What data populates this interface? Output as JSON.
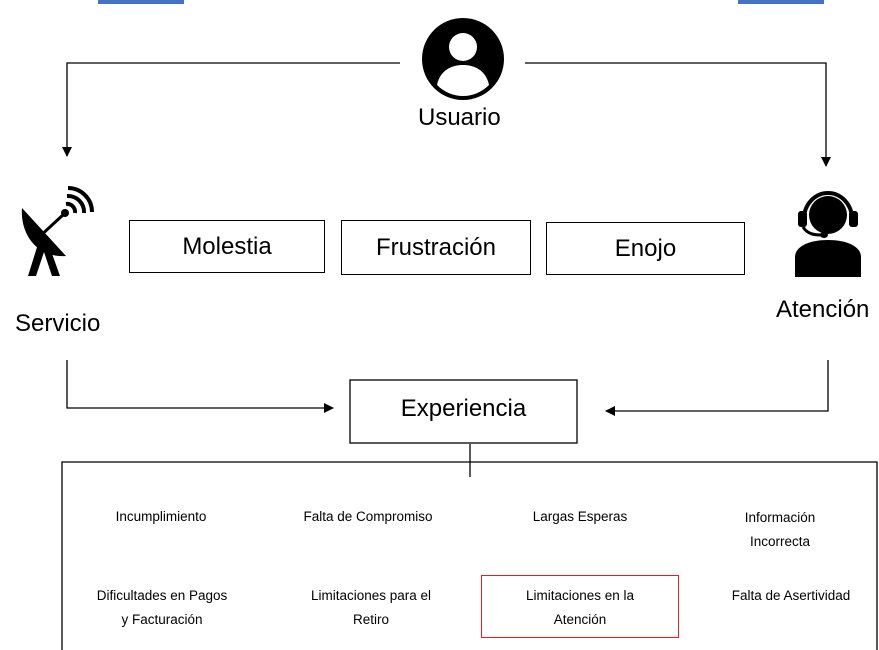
{
  "colors": {
    "title_blue": "#4472c4",
    "highlight_red": "#e02020",
    "stroke": "#000000"
  },
  "nodes": {
    "usuario": {
      "label": "Usuario",
      "icon": "user-circle-icon"
    },
    "servicio": {
      "label": "Servicio",
      "icon": "satellite-dish-icon"
    },
    "atencion": {
      "label": "Atención",
      "icon": "headset-agent-icon"
    },
    "experiencia": {
      "label": "Experiencia"
    }
  },
  "emotions": [
    "Molestia",
    "Frustración",
    "Enojo"
  ],
  "factors": {
    "row1": [
      {
        "text": "Incumplimiento",
        "highlight": false
      },
      {
        "text": "Falta de Compromiso",
        "highlight": false
      },
      {
        "text": "Largas Esperas",
        "highlight": false
      },
      {
        "text": "Información\nIncorrecta",
        "highlight": false
      }
    ],
    "row2": [
      {
        "text": "Dificultades en Pagos\ny Facturación",
        "highlight": false
      },
      {
        "text": "Limitaciones para el\nRetiro",
        "highlight": false
      },
      {
        "text": "Limitaciones en la\nAtención",
        "highlight": true
      },
      {
        "text": "Falta de Asertividad",
        "highlight": false
      }
    ]
  }
}
